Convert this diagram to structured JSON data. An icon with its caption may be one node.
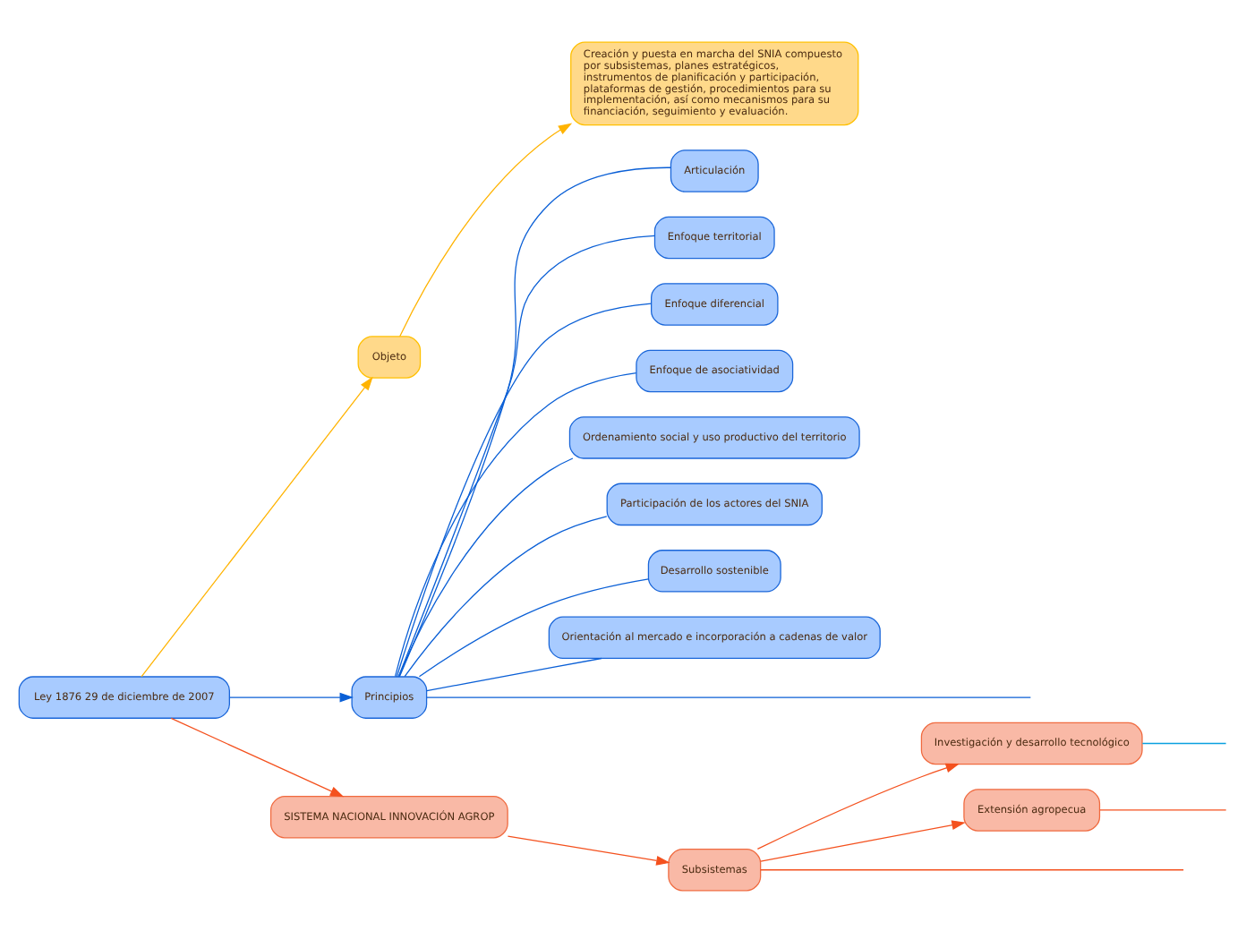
{
  "diagram": {
    "nodes": [
      {
        "text": [
          "Ley 1876 29 de diciembre de 2007"
        ]
      },
      {
        "text": [
          "Objeto"
        ]
      },
      {
        "text": [
          "Creación y puesta en marcha del SNIA compuesto por subsistemas, planes estratégicos, instrumentos de planificación y participación, plataformas de gestión, procedimientos para su implementación, así como mecanismos para su financiación, seguimiento y evaluación."
        ]
      },
      {
        "text": [
          "Principios"
        ]
      },
      {
        "text": [
          "Articulación"
        ]
      },
      {
        "text": [
          "Enfoque territorial"
        ]
      },
      {
        "text": [
          "Enfoque diferencial"
        ]
      },
      {
        "text": [
          "Enfoque de asociatividad"
        ]
      },
      {
        "text": [
          "Ordenamiento social y uso productivo del territorio"
        ]
      },
      {
        "text": [
          "Participación de los actores del SNIA"
        ]
      },
      {
        "text": [
          "Desarrollo sostenible"
        ]
      },
      {
        "text": [
          "Orientación al mercado e incorporación a cadenas de valor"
        ]
      },
      {
        "text": [
          "SISTEMA NACIONAL INNOVACIÓN AGROP"
        ]
      },
      {
        "text": [
          "Subsistemas"
        ]
      },
      {
        "text": [
          "Investigación y desarrollo tecnológico"
        ]
      },
      {
        "text": [
          "Extensión agropecua"
        ]
      }
    ],
    "edges": [
      {
        "from": 0,
        "to": 1,
        "arrow": "to",
        "color": "#ffb300"
      },
      {
        "from": 1,
        "to": 2,
        "arrow": "to",
        "color": "#ffb300"
      },
      {
        "from": 0,
        "to": 3,
        "arrow": "to",
        "color": "#0a5fd6"
      },
      {
        "from": 3,
        "to": 4,
        "arrow": "none",
        "color": "#0a5fd6"
      },
      {
        "from": 3,
        "to": 5,
        "arrow": "none",
        "color": "#0a5fd6"
      },
      {
        "from": 3,
        "to": 6,
        "arrow": "none",
        "color": "#0a5fd6"
      },
      {
        "from": 3,
        "to": 7,
        "arrow": "none",
        "color": "#0a5fd6"
      },
      {
        "from": 3,
        "to": 8,
        "arrow": "none",
        "color": "#0a5fd6"
      },
      {
        "from": 3,
        "to": 9,
        "arrow": "none",
        "color": "#0a5fd6"
      },
      {
        "from": 3,
        "to": 10,
        "arrow": "none",
        "color": "#0a5fd6"
      },
      {
        "from": 3,
        "to": 11,
        "arrow": "none",
        "color": "#0a5fd6"
      },
      {
        "from": 3,
        "to": null,
        "arrow": "none",
        "color": "#0a5fd6"
      },
      {
        "from": 0,
        "to": 12,
        "arrow": "to",
        "color": "#f4511e"
      },
      {
        "from": 12,
        "to": 13,
        "arrow": "to",
        "color": "#f4511e"
      },
      {
        "from": 13,
        "to": 14,
        "arrow": "to",
        "color": "#f4511e"
      },
      {
        "from": 13,
        "to": 15,
        "arrow": "to",
        "color": "#f4511e"
      },
      {
        "from": 13,
        "to": null,
        "arrow": "none",
        "color": "#f4511e"
      },
      {
        "from": 15,
        "to": null,
        "arrow": "none",
        "color": "#f4511e"
      },
      {
        "from": 14,
        "to": null,
        "arrow": "none",
        "color": "#0aa0e0"
      }
    ]
  }
}
